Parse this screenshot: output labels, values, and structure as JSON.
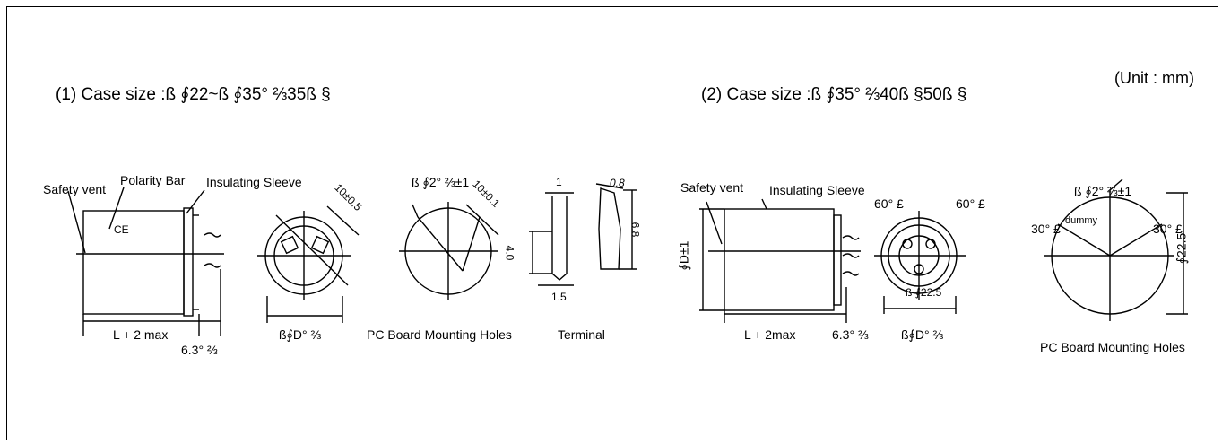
{
  "unit_note": "(Unit : mm)",
  "section1": {
    "heading": "(1) Case size :ß ∮22~ß ∮35° ⅔35ß §",
    "labels": {
      "safety_vent": "Safety vent",
      "polarity_bar": "Polarity Bar",
      "insulating_sleeve": "Insulating Sleeve",
      "ce_mark": "CE",
      "length": "L + 2 max",
      "lead_length": "6.3° ⅔",
      "diameter": "ß∮D° ⅔",
      "terminal_width": "10±0.5",
      "hole_spacing": "10±0.1",
      "hole_dia": "ß ∮2° ⅔±1",
      "pcb_caption": "PC Board Mounting Holes",
      "terminal_caption": "Terminal",
      "t_1": "1",
      "t_08": "0.8",
      "t_40": "4.0",
      "t_68": "6.8",
      "t_15": "1.5"
    }
  },
  "section2": {
    "heading": "(2) Case size :ß ∮35° ⅔40ß §50ß §",
    "labels": {
      "safety_vent": "Safety vent",
      "insulating_sleeve": "Insulating Sleeve",
      "phi_d": "∮D±1",
      "length": "L + 2max",
      "lead_length": "6.3° ⅔",
      "diameter": "ß∮D° ⅔",
      "angle60_left": "60° £",
      "angle60_right": "60° £",
      "pcd": "ß ∮22.5",
      "hole_dia": "ß ∮2° ⅔±1",
      "angle30_left": "30° £",
      "angle30_right": "30° £",
      "dummy": "dummy",
      "phi225": "∮22.5",
      "pcb_caption": "PC Board Mounting Holes"
    }
  }
}
